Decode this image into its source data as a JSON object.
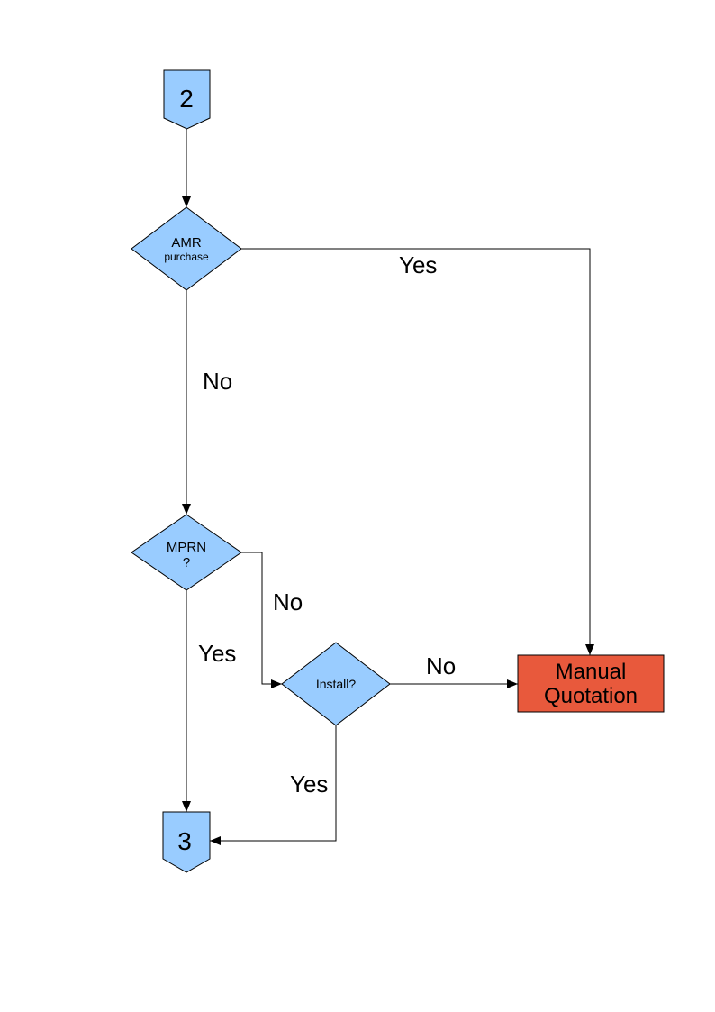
{
  "diagram": {
    "type": "flowchart",
    "colors": {
      "background": "#FFFFFF",
      "node_blue": "#99CCFF",
      "node_orange": "#E8593C",
      "stroke": "#000000",
      "text": "#000000"
    },
    "nodes": {
      "connector_2": {
        "shape": "off-page-connector",
        "label": "2"
      },
      "amr_purchase": {
        "shape": "decision-diamond",
        "label_line1": "AMR",
        "label_line2": "purchase"
      },
      "mprn": {
        "shape": "decision-diamond",
        "label_line1": "MPRN",
        "label_line2": "?"
      },
      "install": {
        "shape": "decision-diamond",
        "label": "Install?"
      },
      "manual_quotation": {
        "shape": "process-rect",
        "label_line1": "Manual",
        "label_line2": "Quotation"
      },
      "connector_3": {
        "shape": "off-page-connector",
        "label": "3"
      }
    },
    "edges": {
      "start_to_amr": {
        "label": ""
      },
      "amr_yes": {
        "from": "amr_purchase",
        "to": "manual_quotation",
        "label": "Yes"
      },
      "amr_no": {
        "from": "amr_purchase",
        "to": "mprn",
        "label": "No"
      },
      "mprn_no": {
        "from": "mprn",
        "to": "install",
        "label": "No"
      },
      "mprn_yes": {
        "from": "mprn",
        "to": "connector_3",
        "label": "Yes"
      },
      "install_no": {
        "from": "install",
        "to": "manual_quotation",
        "label": "No"
      },
      "install_yes": {
        "from": "install",
        "to": "connector_3",
        "label": "Yes"
      }
    }
  }
}
